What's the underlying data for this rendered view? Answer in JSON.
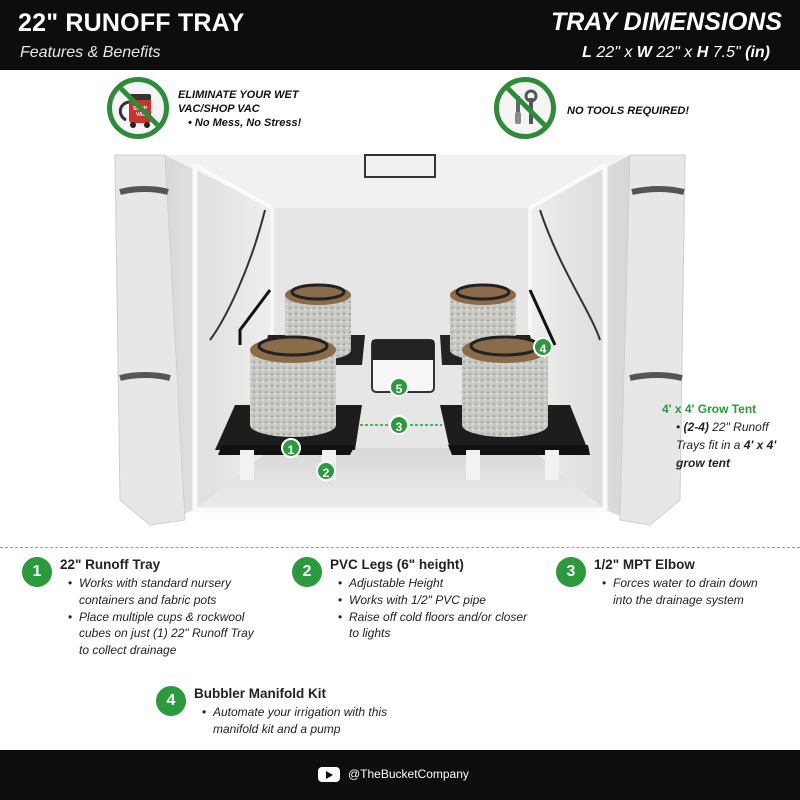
{
  "header": {
    "title": "22\" RUNOFF TRAY",
    "subtitle": "Features & Benefits",
    "dim_title": "TRAY DIMENSIONS",
    "dims": {
      "l_label": "L",
      "l_value": "22\"",
      "w_label": "W",
      "w_value": "22\"",
      "h_label": "H",
      "h_value": "7.5\"",
      "unit": "(in)",
      "sep": "x"
    }
  },
  "callouts": {
    "shop_vac": {
      "title_line1": "ELIMINATE YOUR WET",
      "title_line2": "VAC/SHOP VAC",
      "sub": "No Mess, No Stress!",
      "icon_text": "SHOP VAC"
    },
    "no_tools": {
      "title": "NO TOOLS REQUIRED!"
    }
  },
  "scene_labels": [
    "1",
    "2",
    "3",
    "4",
    "5"
  ],
  "side_note": {
    "title": "4' x 4' Grow Tent",
    "bold_part": "(2-4)",
    "text_a": " 22\" Runoff Trays fit in a ",
    "bold_tail": "4' x 4' grow tent"
  },
  "features": [
    {
      "num": "1",
      "title": "22\" Runoff Tray",
      "bullets": [
        "Works with standard nursery containers and fabric pots",
        "Place multiple cups & rockwool cubes on just (1) 22\" Runoff Tray to collect drainage"
      ]
    },
    {
      "num": "2",
      "title": "PVC Legs (6\" height)",
      "bullets": [
        "Adjustable Height",
        "Works with 1/2\" PVC pipe",
        "Raise off cold floors and/or closer to lights"
      ]
    },
    {
      "num": "3",
      "title": "1/2\" MPT Elbow",
      "bullets": [
        "Forces water to drain down into the drainage system"
      ]
    },
    {
      "num": "4",
      "title": "Bubbler Manifold Kit",
      "bullets": [
        "Automate your irrigation with this manifold kit and a pump"
      ]
    }
  ],
  "footer": {
    "handle": "@TheBucketCompany"
  },
  "colors": {
    "accent_green": "#2b9a3c",
    "bar_black": "#0d0d0d"
  }
}
